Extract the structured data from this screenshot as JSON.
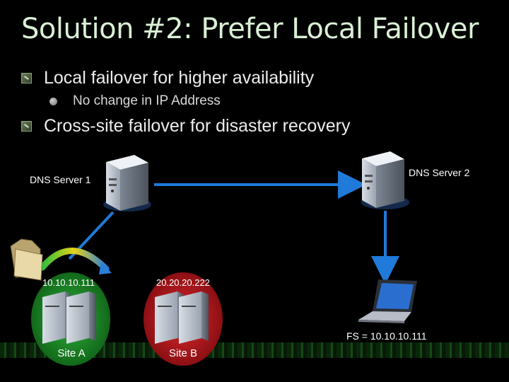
{
  "title": "Solution #2: Prefer Local Failover",
  "bullets": [
    {
      "text": "Local failover for higher availability",
      "level": 1
    },
    {
      "text": "No change in IP Address",
      "level": 2
    },
    {
      "text": "Cross-site failover for disaster recovery",
      "level": 1
    }
  ],
  "diagram": {
    "dns1_label": "DNS Server 1",
    "dns2_label": "DNS Server 2",
    "site_a": {
      "ip": "10.10.10.111",
      "label": "Site A",
      "color": "#1f8a2a"
    },
    "site_b": {
      "ip": "20.20.20.222",
      "label": "Site B",
      "color": "#c4121a"
    },
    "client_label": "FS = 10.10.10.111"
  }
}
